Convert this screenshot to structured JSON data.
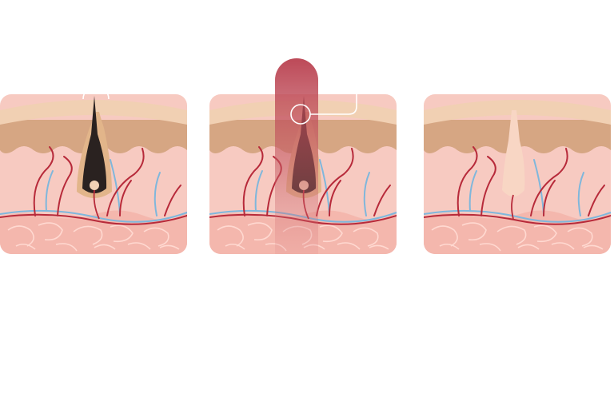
{
  "diagram": {
    "panels": [
      {
        "id": "before",
        "hair": "dark",
        "laser": false
      },
      {
        "id": "during",
        "hair": "dark",
        "laser": true
      },
      {
        "id": "after",
        "hair": "faded",
        "laser": false
      }
    ],
    "colors": {
      "background": "#ffffff",
      "epidermis": "#f1d0b3",
      "dermis_upper": "#d6a683",
      "dermis": "#f7cac1",
      "fat_layer": "#f4b7ad",
      "fat_lines": "#ffd9d1",
      "artery": "#b72a3a",
      "vein": "#7fb7dc",
      "hair_dark": "#2a2220",
      "follicle": "#e2b58a",
      "faded_hair": "#f8d6c4",
      "laser_beam": "#b9404f",
      "callout_line": "#ffffff"
    },
    "icons": [
      "hair-follicle-icon",
      "laser-beam-icon"
    ]
  }
}
